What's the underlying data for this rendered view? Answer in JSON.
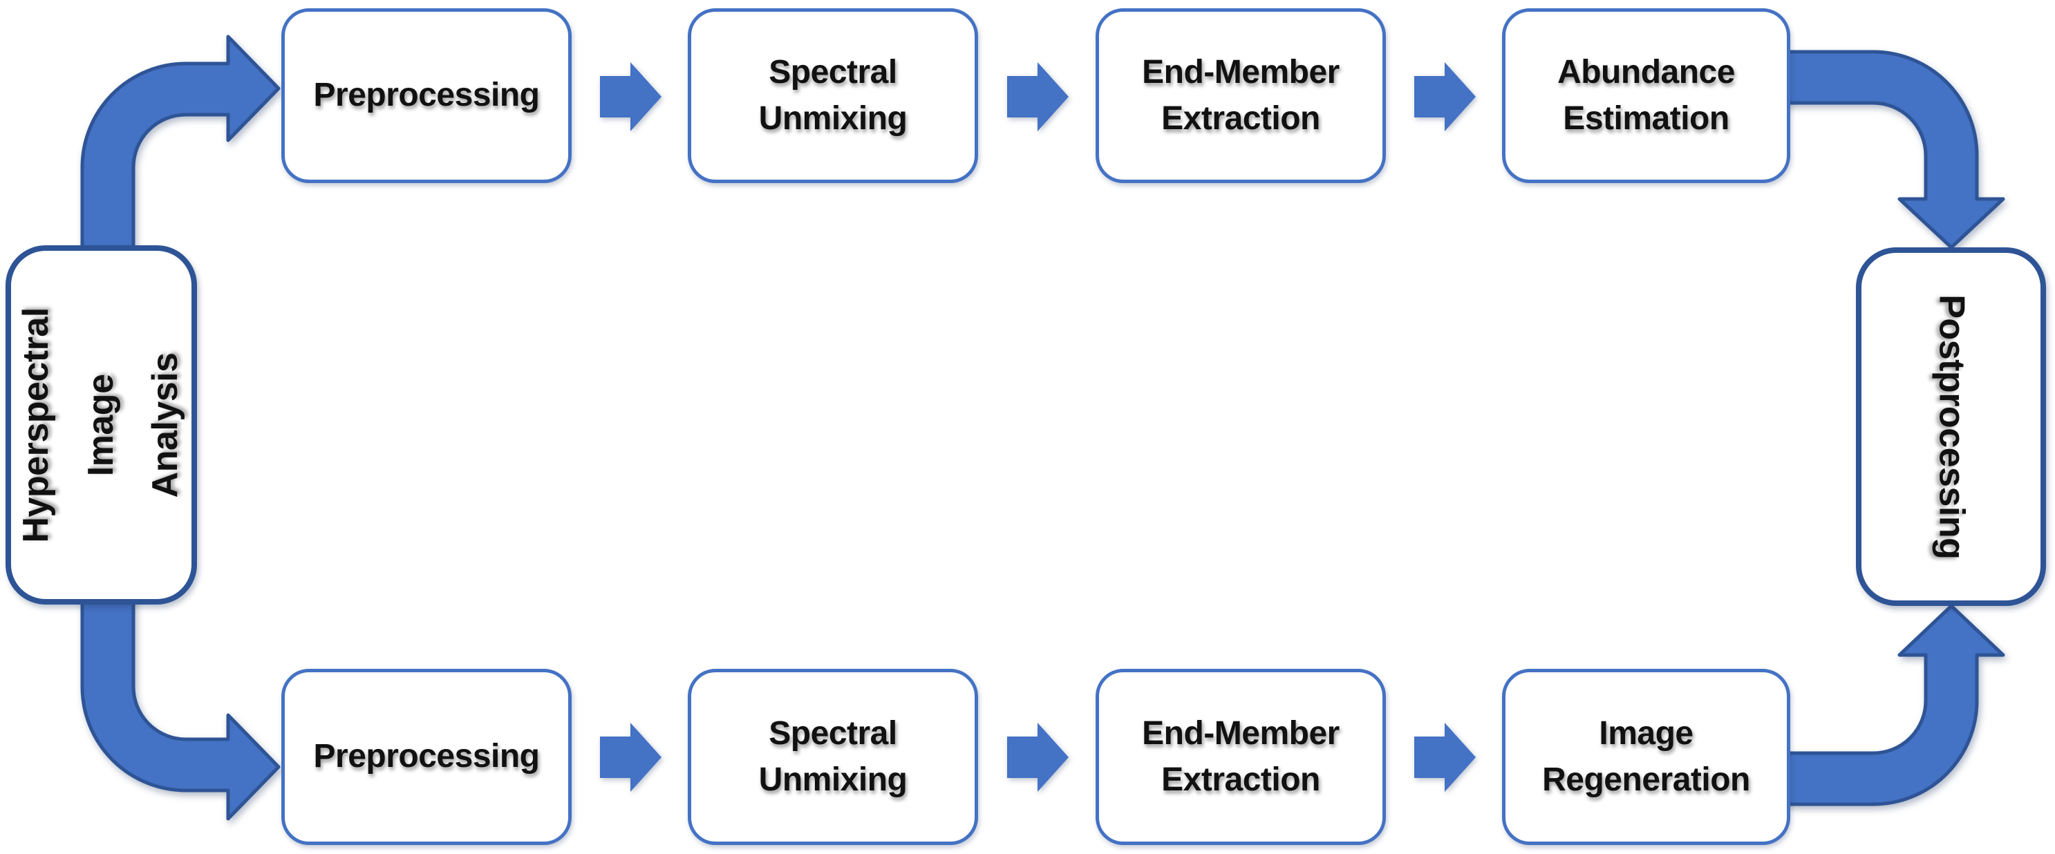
{
  "colors": {
    "accent": "#4472C4",
    "accent_dark": "#2E5496",
    "text": "#111111",
    "background": "#FFFFFF"
  },
  "diagram": {
    "root": {
      "label": "Hyperspectral\nImage Analysis"
    },
    "top_row": [
      {
        "label": "Preprocessing"
      },
      {
        "label": "Spectral\nUnmixing"
      },
      {
        "label": "End-Member\nExtraction"
      },
      {
        "label": "Abundance\nEstimation"
      }
    ],
    "bottom_row": [
      {
        "label": "Preprocessing"
      },
      {
        "label": "Spectral\nUnmixing"
      },
      {
        "label": "End-Member\nExtraction"
      },
      {
        "label": "Image\nRegeneration"
      }
    ],
    "sink": {
      "label": "Postprocessing"
    }
  }
}
